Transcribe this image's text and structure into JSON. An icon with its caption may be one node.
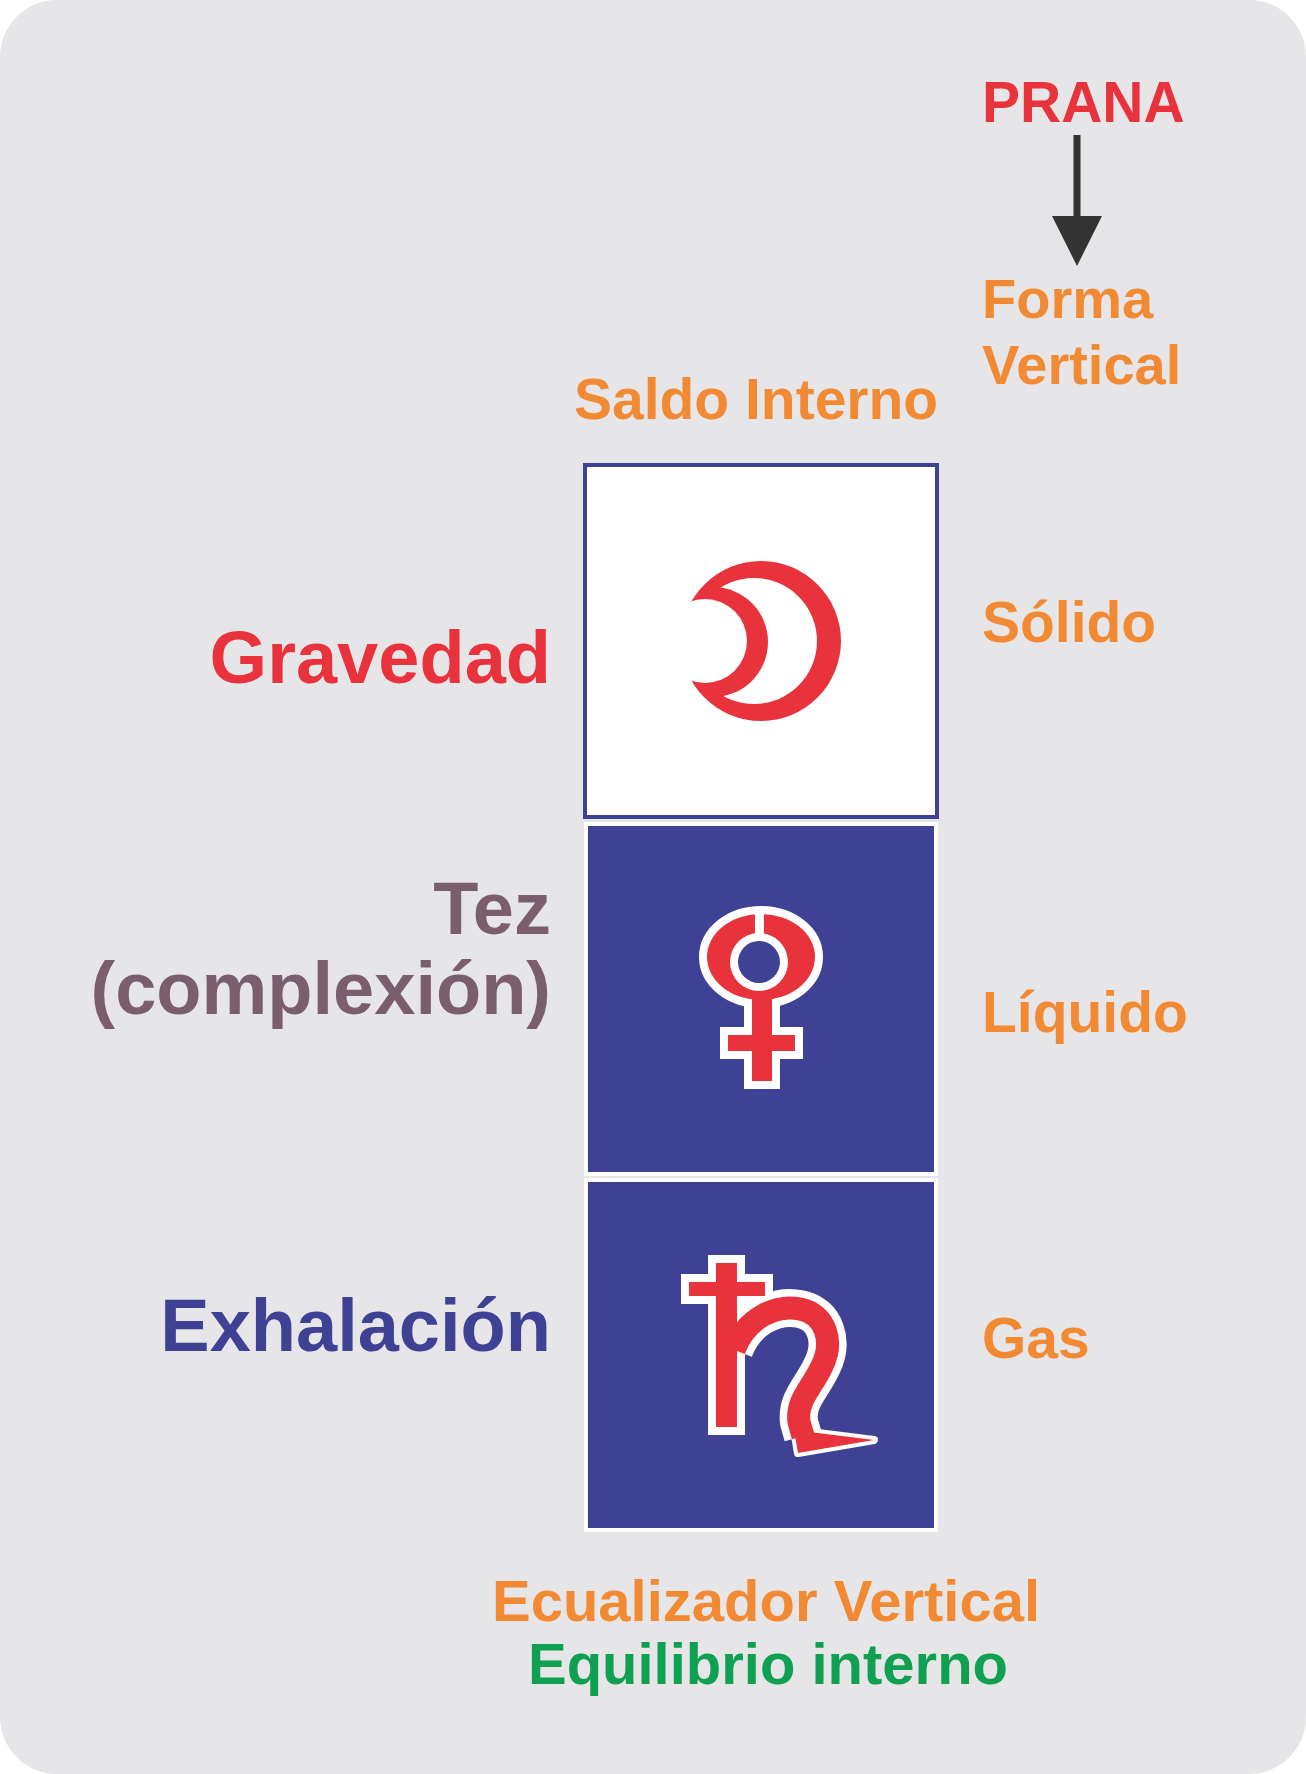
{
  "diagram": {
    "nodes": [
      {
        "text": [
          "PRANA"
        ]
      },
      {
        "text": [
          "Forma Vertical"
        ]
      },
      {
        "text": [],
        "shape": "box",
        "beside": [
          "Gravedad",
          "Sólido"
        ]
      },
      {
        "text": [],
        "shape": "box",
        "beside": [
          "Tez (complexión)",
          "Líquido"
        ]
      },
      {
        "text": [],
        "shape": "box",
        "beside": [
          "Exhalación",
          "Gas"
        ]
      }
    ],
    "edges": [
      {
        "from": 0,
        "to": 1,
        "arrow": "to"
      }
    ],
    "labels": [
      "Saldo Interno",
      "Ecualizador Vertical",
      "Equilibrio interno"
    ]
  }
}
